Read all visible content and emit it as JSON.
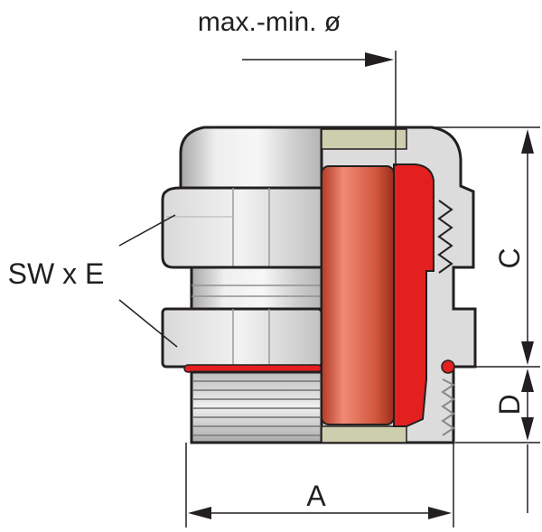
{
  "labels": {
    "diameter": "max.-min. ø",
    "wrench": "SW x E",
    "dim_a": "A",
    "dim_c": "C",
    "dim_d": "D"
  },
  "colors": {
    "metal_light": "#ececec",
    "metal_mid": "#cfcfcf",
    "metal_dark": "#9a9a9a",
    "seal_red": "#e3201f",
    "insert_red": "#c9482e",
    "liner_olive": "#cdceae",
    "outline": "#231f20"
  }
}
